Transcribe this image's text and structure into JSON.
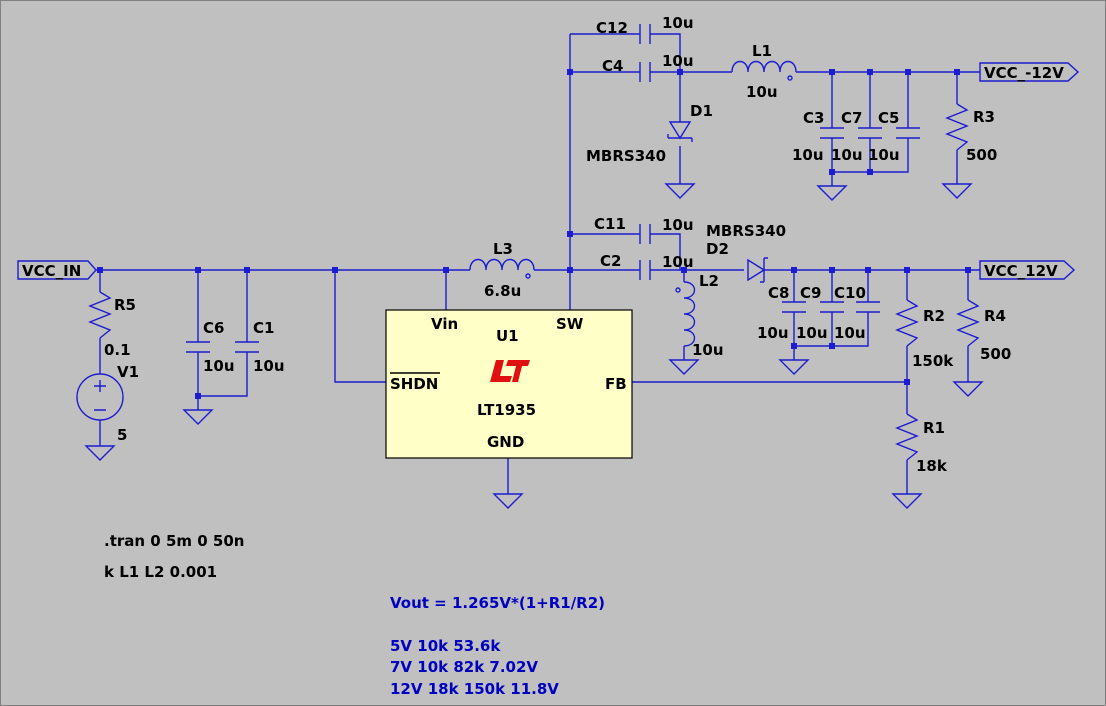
{
  "colors": {
    "background": "#c0c0c0",
    "wire": "#1c1cd0",
    "ic_fill": "#ffffc8",
    "note_text": "#0000c0",
    "logo": "#e01010"
  },
  "ports": {
    "vin": "VCC_IN",
    "vneg": "VCC_-12V",
    "vpos": "VCC_12V"
  },
  "ic": {
    "name": "U1",
    "part": "LT1935",
    "pins": {
      "vin": "Vin",
      "sw": "SW",
      "shdn": "SHDN",
      "fb": "FB",
      "gnd": "GND"
    }
  },
  "source": {
    "name": "V1",
    "value": "5"
  },
  "resistors": [
    {
      "name": "R5",
      "value": "0.1"
    },
    {
      "name": "R3",
      "value": "500"
    },
    {
      "name": "R2",
      "value": "150k"
    },
    {
      "name": "R4",
      "value": "500"
    },
    {
      "name": "R1",
      "value": "18k"
    }
  ],
  "capacitors": [
    {
      "name": "C12",
      "value": "10u"
    },
    {
      "name": "C4",
      "value": "10u"
    },
    {
      "name": "C11",
      "value": "10u"
    },
    {
      "name": "C2",
      "value": "10u"
    },
    {
      "name": "C6",
      "value": "10u"
    },
    {
      "name": "C1",
      "value": "10u"
    },
    {
      "name": "C3",
      "value": "10u"
    },
    {
      "name": "C7",
      "value": "10u"
    },
    {
      "name": "C5",
      "value": "10u"
    },
    {
      "name": "C8",
      "value": "10u"
    },
    {
      "name": "C9",
      "value": "10u"
    },
    {
      "name": "C10",
      "value": "10u"
    }
  ],
  "inductors": [
    {
      "name": "L1",
      "value": "10u"
    },
    {
      "name": "L2",
      "value": "10u"
    },
    {
      "name": "L3",
      "value": "6.8u"
    }
  ],
  "diodes": [
    {
      "name": "D1",
      "value": "MBRS340"
    },
    {
      "name": "D2",
      "value": "MBRS340"
    }
  ],
  "directives": [
    ".tran 0 5m 0 50n",
    "k L1 L2 0.001"
  ],
  "notes": {
    "formula": "Vout = 1.265V*(1+R1/R2)",
    "rows": [
      "5V 10k 53.6k",
      "7V 10k 82k 7.02V",
      "12V 18k 150k 11.8V"
    ]
  }
}
